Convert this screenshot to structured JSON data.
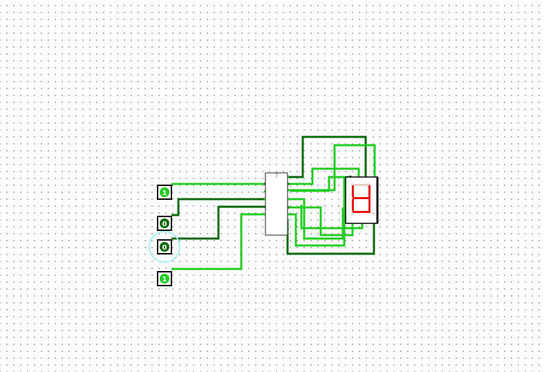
{
  "canvas": {
    "dot_color": "#9a9a9a",
    "background": "#ffffff"
  },
  "colors": {
    "wire_on": "#22cc22",
    "wire_off": "#0a6a0a",
    "led_on": "#ee1111",
    "led_off": "#f0c8c8",
    "selection_ring": "#aaf0f8"
  },
  "input_pins": [
    {
      "label": "1",
      "state": "on",
      "selected": false
    },
    {
      "label": "0",
      "state": "off",
      "selected": false
    },
    {
      "label": "0",
      "state": "off",
      "selected": true
    },
    {
      "label": "1",
      "state": "on",
      "selected": false
    }
  ],
  "decoder": {
    "label": "7"
  },
  "seven_segment_display": {
    "segments_lit": {
      "a": false,
      "b": true,
      "c": true,
      "d": true,
      "e": true,
      "f": true,
      "g": true,
      "dp": false
    }
  }
}
